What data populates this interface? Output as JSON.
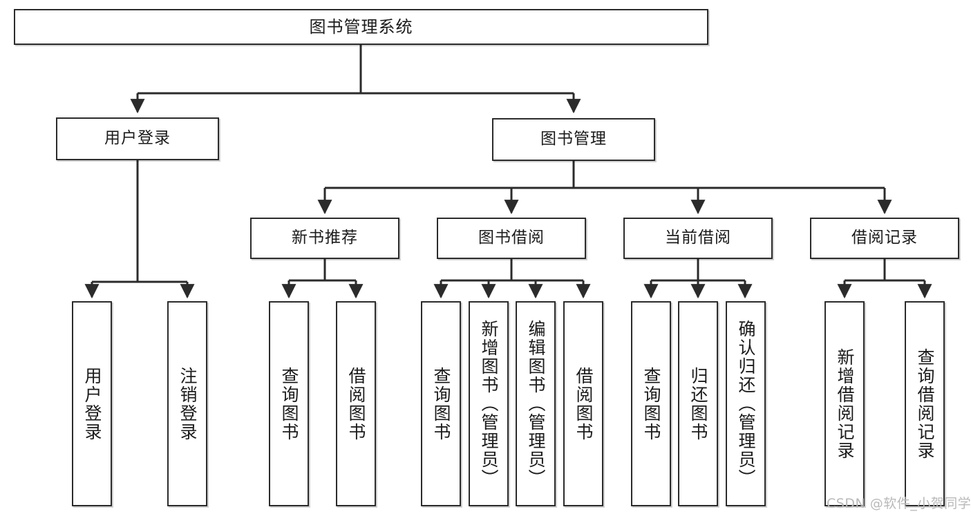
{
  "diagram": {
    "title": "图书管理系统",
    "type": "tree-hierarchy-diagram",
    "root": {
      "label": "图书管理系统"
    },
    "level2": [
      {
        "label": "用户登录"
      },
      {
        "label": "图书管理"
      }
    ],
    "level3": [
      {
        "label": "新书推荐"
      },
      {
        "label": "图书借阅"
      },
      {
        "label": "当前借阅"
      },
      {
        "label": "借阅记录"
      }
    ],
    "leaves": {
      "user_login": [
        "用户登录",
        "注销登录"
      ],
      "new_book_recommend": [
        "查询图书",
        "借阅图书"
      ],
      "book_borrow": [
        "查询图书",
        "新增图书（管理员）",
        "编辑图书（管理员）",
        "借阅图书"
      ],
      "current_borrow": [
        "查询图书",
        "归还图书",
        "确认归还（管理员）"
      ],
      "borrow_record": [
        "新增借阅记录",
        "查询借阅记录"
      ]
    }
  },
  "watermark": {
    "text": "CSDN @软件_小贺同学"
  },
  "colors": {
    "border": "#2b2b2b",
    "background": "#ffffff",
    "text": "#1b1b1b",
    "watermark": "#b9b9b9"
  }
}
